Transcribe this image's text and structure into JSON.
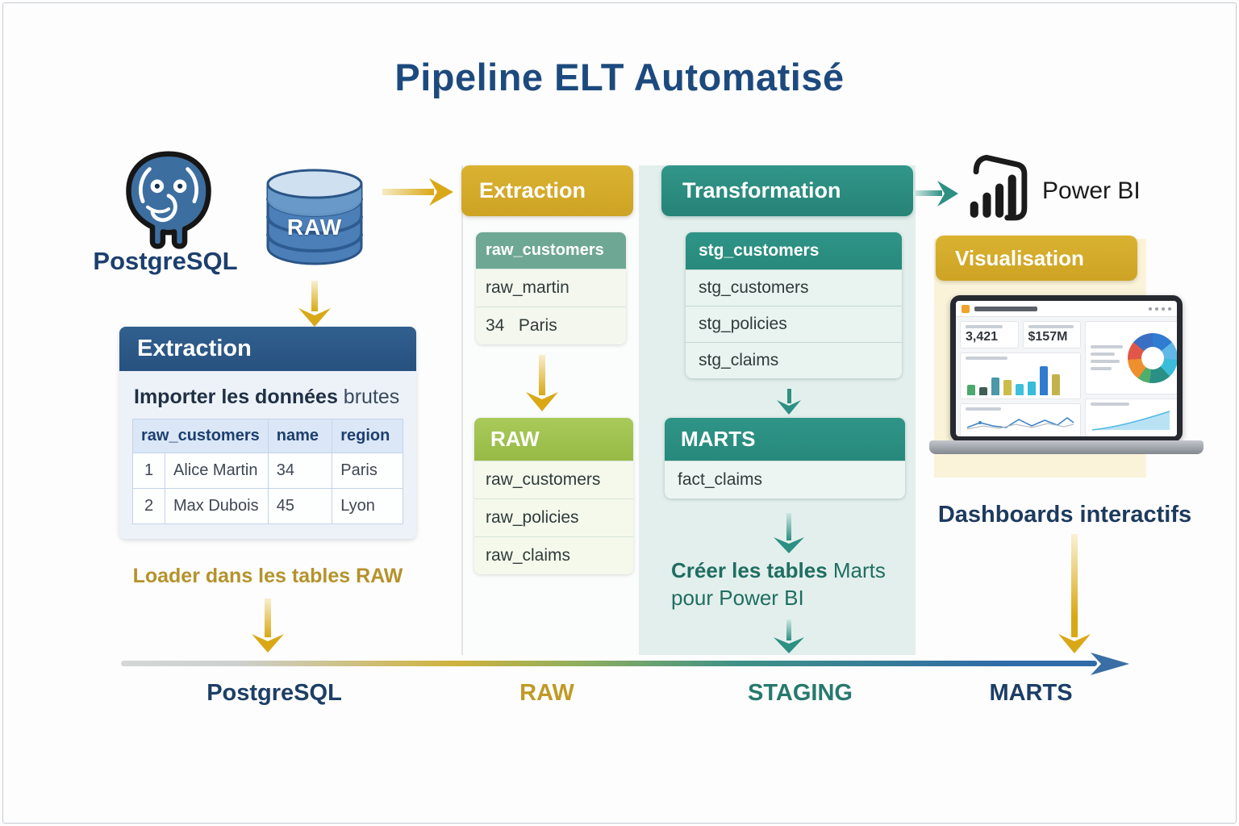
{
  "title": "Pipeline ELT Automatisé",
  "source": {
    "postgresql_label": "PostgreSQL",
    "raw_db_label": "RAW"
  },
  "extraction_panel": {
    "header": "Extraction",
    "description_bold": "Importer les données",
    "description_rest": " brutes",
    "table": {
      "header_main": "raw_customers",
      "header_name": "name",
      "header_region": "region",
      "rows": [
        [
          "1",
          "Alice Martin",
          "34",
          "Paris"
        ],
        [
          "2",
          "Max Dubois",
          "45",
          "Lyon"
        ]
      ]
    },
    "loader_caption": "Loader dans les tables RAW"
  },
  "raw_stage": {
    "header": "Extraction",
    "customers_table": {
      "header": "raw_customers",
      "row1": "raw_martin",
      "row2": "34   Paris"
    },
    "raw_box": {
      "header": "RAW",
      "rows": [
        "raw_customers",
        "raw_policies",
        "raw_claims"
      ]
    }
  },
  "staging_stage": {
    "header": "Transformation",
    "stg_table": {
      "header": "stg_customers",
      "rows": [
        "stg_customers",
        "stg_policies",
        "stg_claims"
      ]
    },
    "marts_box": {
      "header": "MARTS",
      "rows": [
        "fact_claims"
      ]
    },
    "caption_bold": "Créer les tables",
    "caption_rest": " Marts pour Power BI"
  },
  "visualization": {
    "powerbi_label": "Power BI",
    "header": "Visualisation",
    "caption": "Dashboards interactifs",
    "dashboard": {
      "kpi1": "3,421",
      "kpi2": "$157M",
      "bars": [
        {
          "h": 13,
          "c": "#4ca96e"
        },
        {
          "h": 10,
          "c": "#3f5f55"
        },
        {
          "h": 22,
          "c": "#4a98a8"
        },
        {
          "h": 19,
          "c": "#cdbb4a"
        },
        {
          "h": 14,
          "c": "#3ec0dd"
        },
        {
          "h": 17,
          "c": "#38bcd9"
        },
        {
          "h": 36,
          "c": "#2f7cd0"
        },
        {
          "h": 26,
          "c": "#c6b24c"
        }
      ],
      "donut": [
        {
          "p": 14,
          "c": "#2f7cd0"
        },
        {
          "p": 12,
          "c": "#5fb8e6"
        },
        {
          "p": 12,
          "c": "#3bbcd9"
        },
        {
          "p": 14,
          "c": "#2a8f85"
        },
        {
          "p": 8,
          "c": "#4fae6d"
        },
        {
          "p": 14,
          "c": "#ef8f2e"
        },
        {
          "p": 12,
          "c": "#e05747"
        },
        {
          "p": 14,
          "c": "#3a6fc4"
        }
      ]
    }
  },
  "timeline": {
    "labels": [
      {
        "text": "PostgreSQL",
        "color": "#1d3e66"
      },
      {
        "text": "RAW",
        "color": "#c09a25"
      },
      {
        "text": "STAGING",
        "color": "#27796d"
      },
      {
        "text": "MARTS",
        "color": "#1d3e66"
      }
    ]
  },
  "colors": {
    "title_navy": "#1d4a7e",
    "gold": "#d5ab2a",
    "gold_arrow": "#d9a816",
    "gold_text": "#b5922b",
    "blue_header": "#2d5a8c",
    "teal": "#2e9184",
    "teal_text": "#1f6e62",
    "raw_green": "#a3c353",
    "sage": "#6fa795",
    "postgres_blue": "#3d6ea0"
  }
}
